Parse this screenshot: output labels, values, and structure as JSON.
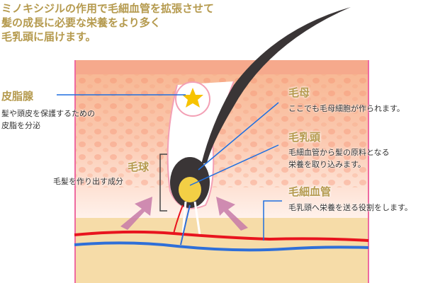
{
  "intro": "ミノキシジルの作用で毛細血管を拡張させて\n髪の成長に必要な栄養をより多く\n毛乳頭に届けます。",
  "labels": {
    "sebaceous": {
      "title": "皮脂腺",
      "desc": "髪や頭皮を保護するための\n皮脂を分泌"
    },
    "matrix": {
      "title": "毛母",
      "desc": "ここでも毛母細胞が作られます。"
    },
    "papilla": {
      "title": "毛乳頭",
      "desc": "毛細血管から髪の原料となる\n栄養を取り込みます。"
    },
    "bulb": {
      "title": "毛球",
      "desc": "毛髪を作り出す成分"
    },
    "capillary": {
      "title": "毛細血管",
      "desc": "毛乳頭へ栄養を送る役割をします。"
    }
  },
  "colors": {
    "gold": "#b59a4e",
    "line": "#1f6fe0",
    "artery": "#e8141e",
    "vein": "#2f6fd8"
  }
}
